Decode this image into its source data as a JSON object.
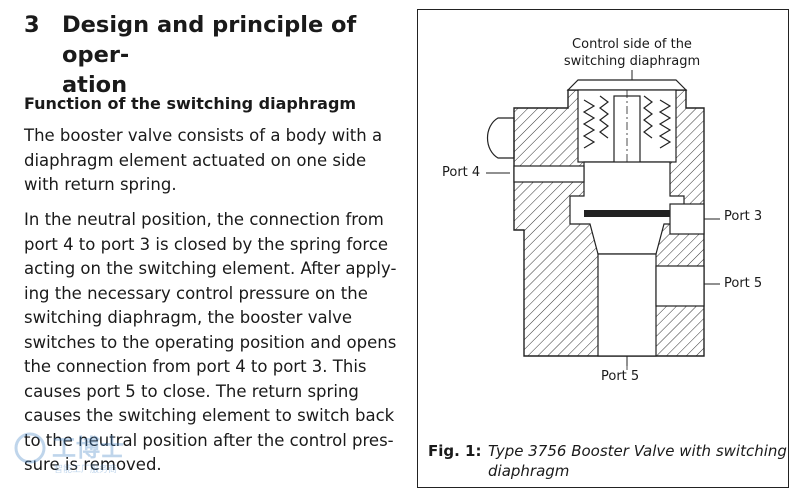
{
  "section": {
    "number": "3",
    "title_line1": "Design and principle of oper-",
    "title_line2": "ation"
  },
  "subheading": "Function of the switching diaphragm",
  "paragraph1": [
    "The booster valve consists of a body with a",
    "diaphragm element actuated on one side",
    "with return spring."
  ],
  "paragraph2": [
    "In the neutral position, the connection from",
    "port 4 to port 3 is closed by the spring force",
    "acting on the switching element. After apply-",
    "ing the necessary control pressure on the",
    "switching diaphragm, the booster valve",
    "switches to the operating position and opens",
    "the connection from port 4 to port 3. This",
    "causes port 5 to close. The return spring",
    "causes the switching element to switch back",
    "to the neutral position after the control pres-",
    "sure is removed."
  ],
  "figure": {
    "label_control_line1": "Control side of the",
    "label_control_line2": "switching diaphragm",
    "label_port4": "Port 4",
    "label_port3": "Port 3",
    "label_port5_right": "Port 5",
    "label_port5_bottom": "Port 5",
    "caption_label": "Fig. 1:",
    "caption_line1": "Type 3756 Booster Valve with switching",
    "caption_line2": "diaphragm"
  },
  "watermark": {
    "text_main": "工博士",
    "text_sub": "智能工厂服务商"
  }
}
